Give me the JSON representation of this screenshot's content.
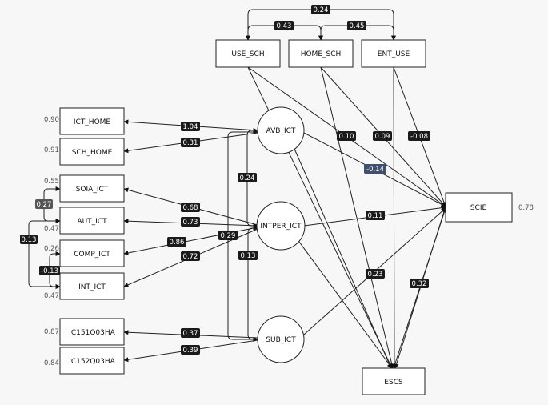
{
  "nodes": {
    "use_sch": "USE_SCH",
    "home_sch": "HOME_SCH",
    "ent_use": "ENT_USE",
    "ict_home": "ICT_HOME",
    "sch_home": "SCH_HOME",
    "soia_ict": "SOIA_ICT",
    "aut_ict": "AUT_ICT",
    "comp_ict": "COMP_ICT",
    "int_ict": "INT_ICT",
    "ic151": "IC151Q03HA",
    "ic152": "IC152Q03HA",
    "avb_ict": "AVB_ICT",
    "intper_ict": "INTPER_ICT",
    "sub_ict": "SUB_ICT",
    "scie": "SCIE",
    "escs": "ESCS"
  },
  "errors": {
    "ict_home": "0.90",
    "sch_home": "0.91",
    "soia_ict": "0.55",
    "aut_ict": "0.47",
    "comp_ict": "0.26",
    "int_ict": "0.47",
    "ic151": "0.87",
    "ic152": "0.84",
    "scie": "0.78"
  },
  "coefficients": {
    "use_ent_cov": "0.24",
    "use_home_cov": "0.43",
    "home_ent_cov": "0.45",
    "avb_ict_home": "1.04",
    "avb_sch_home": "0.31",
    "intper_soia": "0.68",
    "intper_aut": "0.73",
    "intper_comp": "0.86",
    "intper_int": "0.72",
    "sub_ic151": "0.37",
    "sub_ic152": "0.39",
    "soia_aut_cov": "0.27",
    "aut_int_cov": "0.13",
    "comp_int_cov": "-0.13",
    "avb_intper_cov": "0.24",
    "avb_sub_cov": "0.29",
    "intper_sub_cov": "0.13",
    "use_sch_scie": "0.10",
    "home_sch_scie": "0.09",
    "ent_use_scie": "-0.08",
    "avb_scie": "-0.14",
    "intper_scie": "0.11",
    "escs_scie": "0.32",
    "sub_escs": "0.23"
  },
  "colors": {
    "highlight_edge": "#3f4f6c",
    "label_bg": "#1b1b1b"
  }
}
